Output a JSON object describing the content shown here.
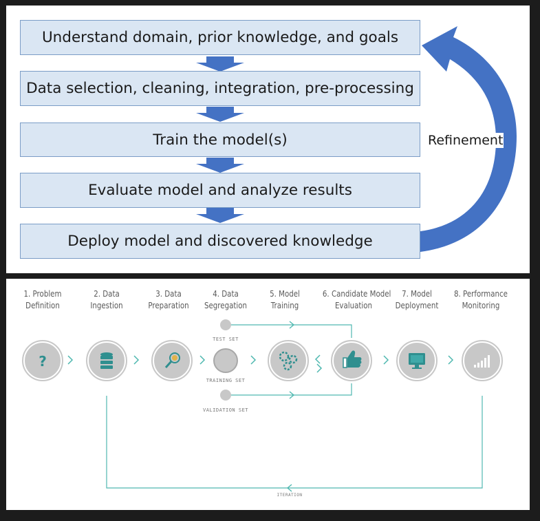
{
  "top": {
    "steps": [
      {
        "label": "Understand domain, prior knowledge, and goals"
      },
      {
        "label": "Data selection, cleaning, integration, pre-processing"
      },
      {
        "label": "Train the model(s)"
      },
      {
        "label": "Evaluate model and analyze results"
      },
      {
        "label": "Deploy model and discovered knowledge"
      }
    ],
    "refinement_label": "Refinement",
    "colors": {
      "box_fill": "#dae6f3",
      "box_border": "#7a9cc6",
      "arrow": "#4472c4"
    }
  },
  "bottom": {
    "stages": [
      {
        "line1": "1. Problem",
        "line2": "Definition",
        "icon": "question-icon"
      },
      {
        "line1": "2. Data",
        "line2": "Ingestion",
        "icon": "database-icon"
      },
      {
        "line1": "3. Data",
        "line2": "Preparation",
        "icon": "magnifier-icon"
      },
      {
        "line1": "4. Data",
        "line2": "Segregation",
        "icon": "empty-circle-icon"
      },
      {
        "line1": "5. Model",
        "line2": "Training",
        "icon": "gears-icon"
      },
      {
        "line1": "6. Candidate Model",
        "line2": "Evaluation",
        "icon": "thumbs-up-icon"
      },
      {
        "line1": "7. Model",
        "line2": "Deployment",
        "icon": "monitor-icon"
      },
      {
        "line1": "8. Performance",
        "line2": "Monitoring",
        "icon": "bar-chart-icon"
      }
    ],
    "test_set_label": "TEST SET",
    "training_set_label": "TRAINING SET",
    "validation_set_label": "VALIDATION SET",
    "iteration_label": "ITERATION",
    "colors": {
      "teal": "#4fb8b0",
      "circle": "#c8c8c8",
      "icon": "#2f8f8f",
      "question": "#e7a93b"
    }
  }
}
